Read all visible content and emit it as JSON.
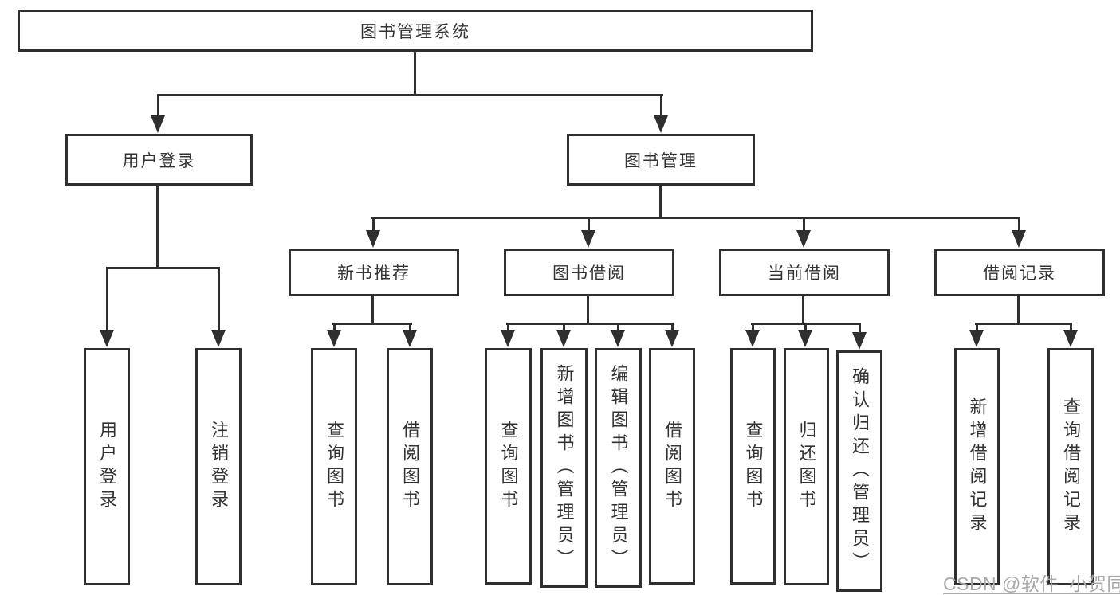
{
  "nodes": {
    "root": {
      "label": "图书管理系统"
    },
    "user_login": {
      "label": "用户登录"
    },
    "book_mgmt": {
      "label": "图书管理"
    },
    "new_books": {
      "label": "新书推荐"
    },
    "book_borrow": {
      "label": "图书借阅"
    },
    "current_borrow": {
      "label": "当前借阅"
    },
    "borrow_records": {
      "label": "借阅记录"
    },
    "leaves": {
      "user_login": {
        "label": "用户登录"
      },
      "logout": {
        "label": "注销登录"
      },
      "nb_query": {
        "label": "查询图书"
      },
      "nb_borrow": {
        "label": "借阅图书"
      },
      "bb_query": {
        "label": "查询图书"
      },
      "bb_add": {
        "label": "新增图书（管理员）"
      },
      "bb_edit": {
        "label": "编辑图书（管理员）"
      },
      "bb_borrow": {
        "label": "借阅图书"
      },
      "cb_query": {
        "label": "查询图书"
      },
      "cb_return": {
        "label": "归还图书"
      },
      "cb_confirm": {
        "label": "确认归还（管理员）"
      },
      "br_add": {
        "label": "新增借阅记录"
      },
      "br_query": {
        "label": "查询借阅记录"
      }
    }
  },
  "watermark": {
    "text": "CSDN @软件_小贺同学"
  },
  "colors": {
    "line": "#2f2f2f",
    "box_border": "#2f2f2f",
    "box_bg": "#ffffff",
    "text": "#333333",
    "watermark": "#a9a9ad"
  }
}
